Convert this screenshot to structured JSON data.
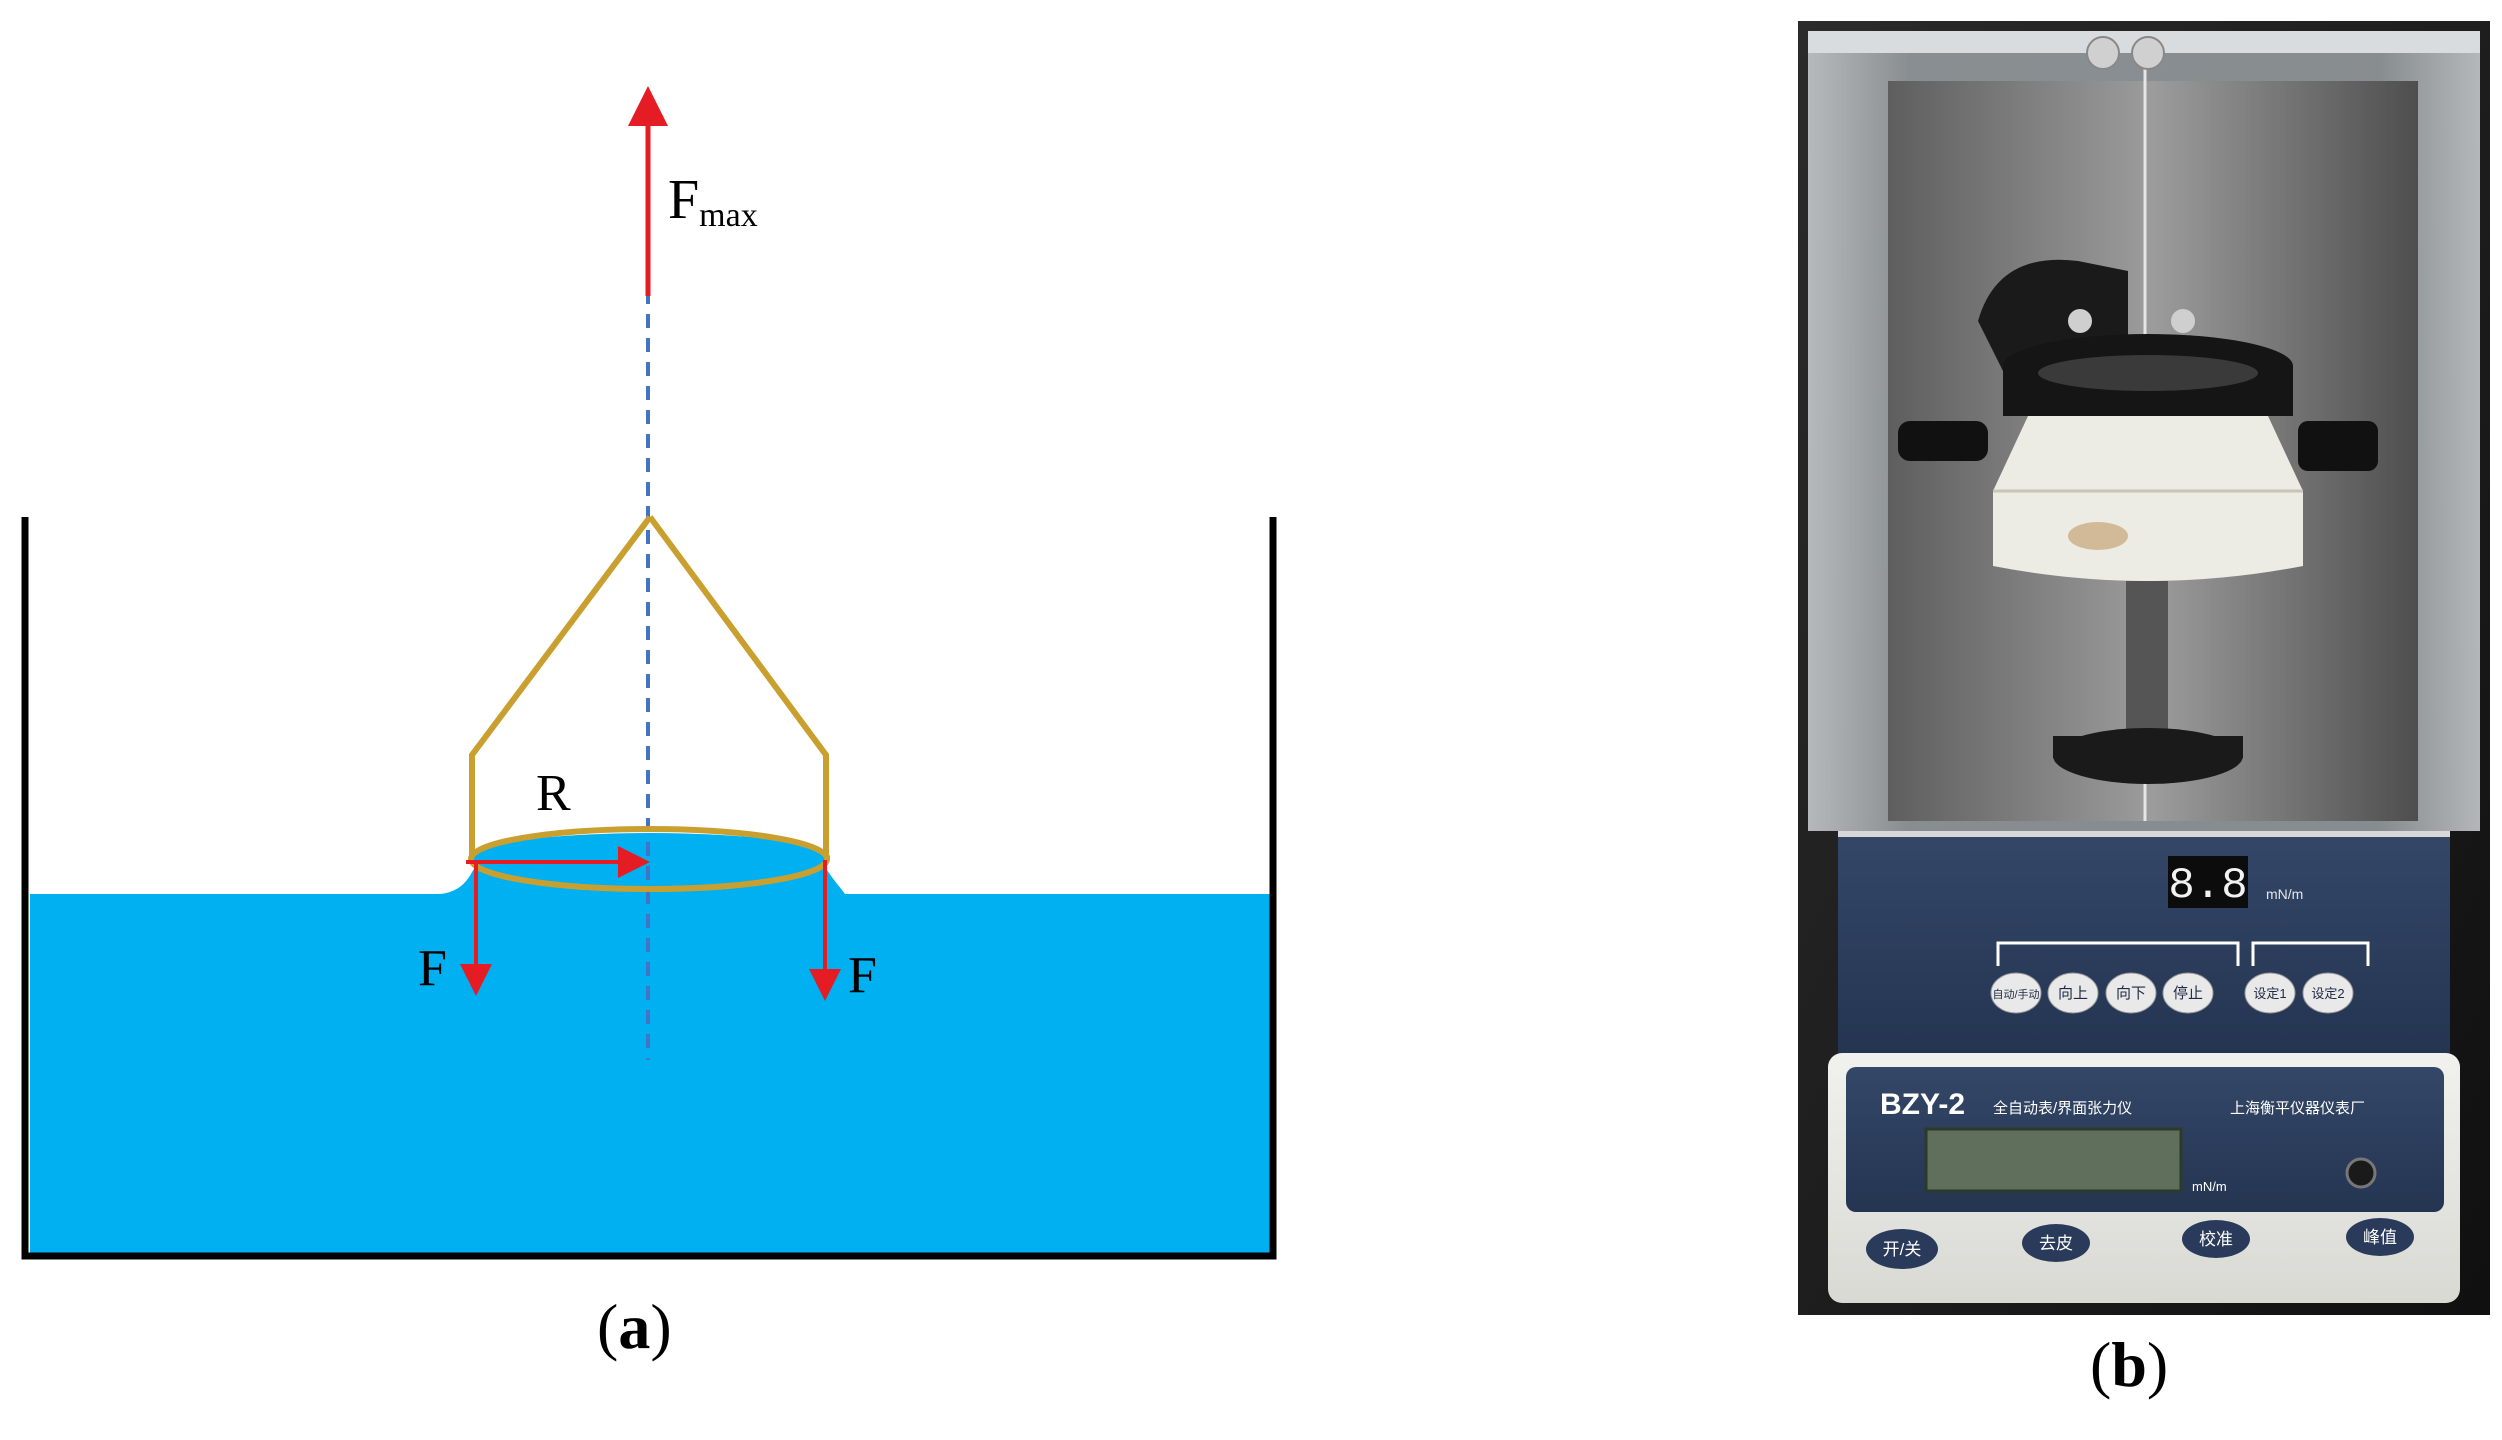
{
  "panel_a": {
    "caption_open": "(",
    "caption_letter": "a",
    "caption_close": ")",
    "label_force_max_main": "F",
    "label_force_max_sub": "max",
    "label_radius": "R",
    "label_force_left": "F",
    "label_force_right": "F",
    "colors": {
      "liquid": "#00b0f0",
      "ring": "#c9a030",
      "force_arrow": "#e51c23",
      "axis_dash": "#4472c4",
      "container": "#000000"
    }
  },
  "panel_b": {
    "caption_open": "(",
    "caption_letter": "b",
    "caption_close": ")",
    "display_top": "8.8",
    "display_unit_top": "mN/m",
    "control_buttons": [
      "自动/手动",
      "向上",
      "向下",
      "停止",
      "设定1",
      "设定2"
    ],
    "model_name": "BZY-2",
    "product_name": "全自动表/界面张力仪",
    "manufacturer": "上海衡平仪器仪表厂",
    "display_unit_lcd": "mN/m",
    "base_buttons": [
      "开/关",
      "去皮",
      "校准",
      "峰值"
    ]
  }
}
